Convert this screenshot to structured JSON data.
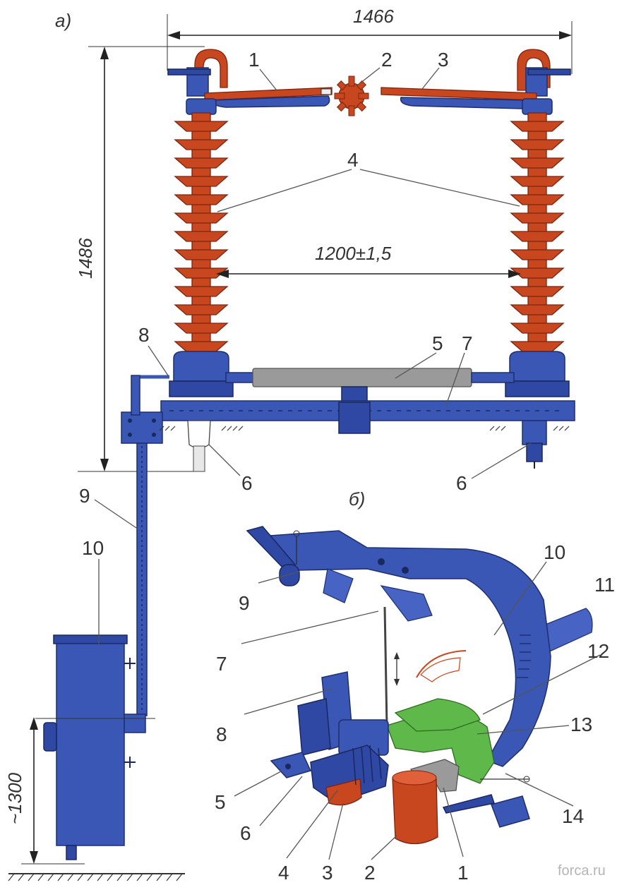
{
  "panels": {
    "a": "а)",
    "b": "б)"
  },
  "dimensions": {
    "width_top": "1466",
    "height_left": "1486",
    "span_mid": "1200±1,5",
    "mount_height": "~1300"
  },
  "labels_a": [
    "1",
    "2",
    "3",
    "4",
    "5",
    "7",
    "8",
    "6",
    "6",
    "9",
    "10"
  ],
  "labels_b": [
    "10",
    "11",
    "9",
    "7",
    "12",
    "8",
    "13",
    "5",
    "6",
    "4",
    "3",
    "2",
    "1",
    "14"
  ],
  "watermark": "forca.ru",
  "colors": {
    "frame_blue": "#3a57b5",
    "insulator_red": "#c9471f",
    "contact_green": "#5fb94a",
    "rod_gray": "#9a9a9a"
  }
}
